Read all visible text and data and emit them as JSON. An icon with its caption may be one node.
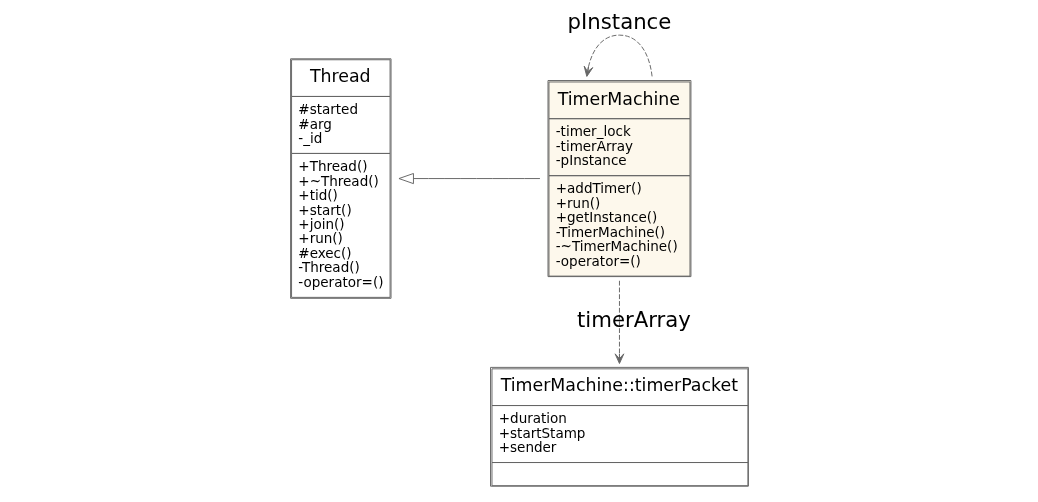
{
  "diagram": {
    "nodes": [
      {
        "text": [
          "Thread",
          "#started #arg -_id",
          "+Thread() +~Thread() +tid() +start() +join() +run() #exec() -Thread() -operator=()"
        ]
      },
      {
        "text": [
          "TimerMachine",
          "-timer_lock -timerArray -pInstance",
          "+addTimer() +run() +getInstance() -TimerMachine() -~TimerMachine() -operator=()"
        ]
      },
      {
        "text": [
          "TimerMachine::timerPacket",
          "+duration +startStamp +sender"
        ]
      }
    ],
    "edges": [
      {
        "from": 1,
        "to": 0,
        "arrow": "to"
      },
      {
        "from": 1,
        "to": 2,
        "arrow": "to",
        "label": "timerArray",
        "style": "dashed"
      },
      {
        "from": 1,
        "to": 1,
        "arrow": "to",
        "label": "pInstance",
        "style": "dashed"
      }
    ]
  }
}
